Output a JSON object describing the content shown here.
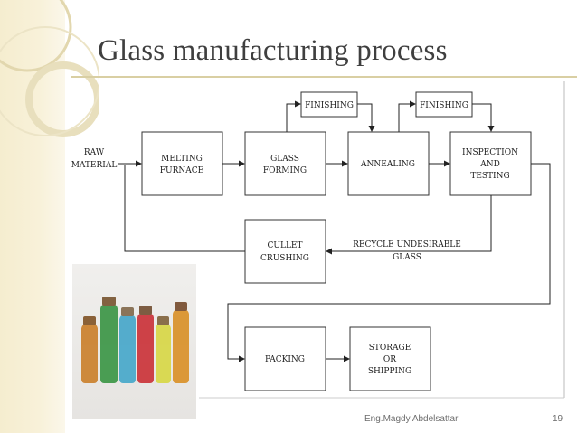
{
  "slide": {
    "title": "Glass manufacturing process",
    "footer_author": "Eng.Magdy Abdelsattar",
    "page_number": "19"
  },
  "diagram": {
    "input_label": [
      "RAW",
      "MATERIAL"
    ],
    "boxes": {
      "melting_furnace": [
        "MELTING",
        "FURNACE"
      ],
      "glass_forming": [
        "GLASS",
        "FORMING"
      ],
      "annealing": [
        "ANNEALING"
      ],
      "inspection_testing": [
        "INSPECTION",
        "AND",
        "TESTING"
      ],
      "finishing_1": [
        "FINISHING"
      ],
      "finishing_2": [
        "FINISHING"
      ],
      "cullet_crushing": [
        "CULLET",
        "CRUSHING"
      ],
      "packing": [
        "PACKING"
      ],
      "storage_shipping": [
        "STORAGE",
        "OR",
        "SHIPPING"
      ]
    },
    "recycle_label": [
      "RECYCLE UNDESIRABLE",
      "GLASS"
    ]
  },
  "photo": {
    "bottle_colors": [
      "#c8781e",
      "#2e8f3a",
      "#3aa2c8",
      "#c8242c",
      "#d6d63a",
      "#d88a1a"
    ]
  },
  "colors": {
    "title": "#3f3f3f",
    "accent_band": "#f5edcf",
    "rule": "#d9cfa3"
  }
}
